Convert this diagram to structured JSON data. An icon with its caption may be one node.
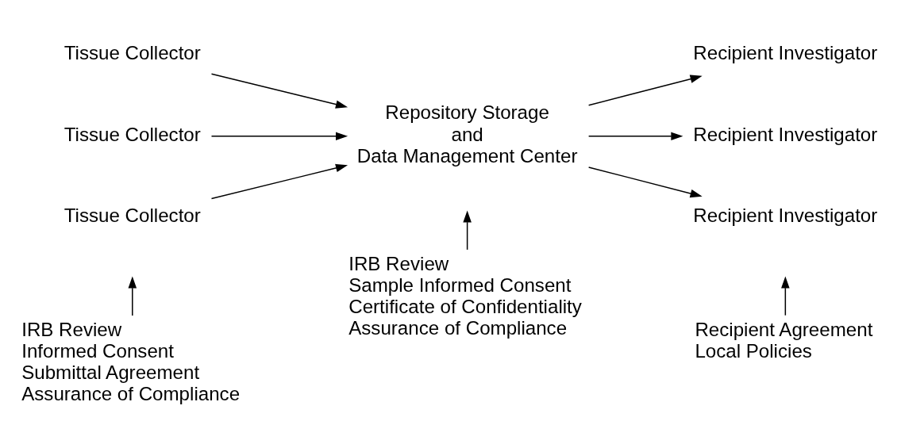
{
  "diagram": {
    "nodes": [
      {
        "text": [
          "Tissue Collector"
        ]
      },
      {
        "text": [
          "Tissue Collector"
        ]
      },
      {
        "text": [
          "Tissue Collector"
        ]
      },
      {
        "text": [
          "Repository Storage",
          "and",
          "Data Management Center"
        ]
      },
      {
        "text": [
          "Recipient Investigator"
        ]
      },
      {
        "text": [
          "Recipient Investigator"
        ]
      },
      {
        "text": [
          "Recipient Investigator"
        ]
      },
      {
        "text": [
          "IRB Review",
          "Informed Consent",
          "Submittal Agreement",
          "Assurance of Compliance"
        ]
      },
      {
        "text": [
          "IRB Review",
          "Sample Informed Consent",
          "Certificate of Confidentiality",
          "Assurance of Compliance"
        ]
      },
      {
        "text": [
          "Recipient Agreement",
          "Local Policies"
        ]
      }
    ],
    "edges": [
      {
        "from": 0,
        "to": 3,
        "arrow": "to"
      },
      {
        "from": 1,
        "to": 3,
        "arrow": "to"
      },
      {
        "from": 2,
        "to": 3,
        "arrow": "to"
      },
      {
        "from": 3,
        "to": 4,
        "arrow": "to"
      },
      {
        "from": 3,
        "to": 5,
        "arrow": "to"
      },
      {
        "from": 3,
        "to": 6,
        "arrow": "to"
      },
      {
        "from": 7,
        "to": null,
        "arrow": "to"
      },
      {
        "from": 8,
        "to": null,
        "arrow": "to"
      },
      {
        "from": 9,
        "to": null,
        "arrow": "to"
      }
    ]
  }
}
